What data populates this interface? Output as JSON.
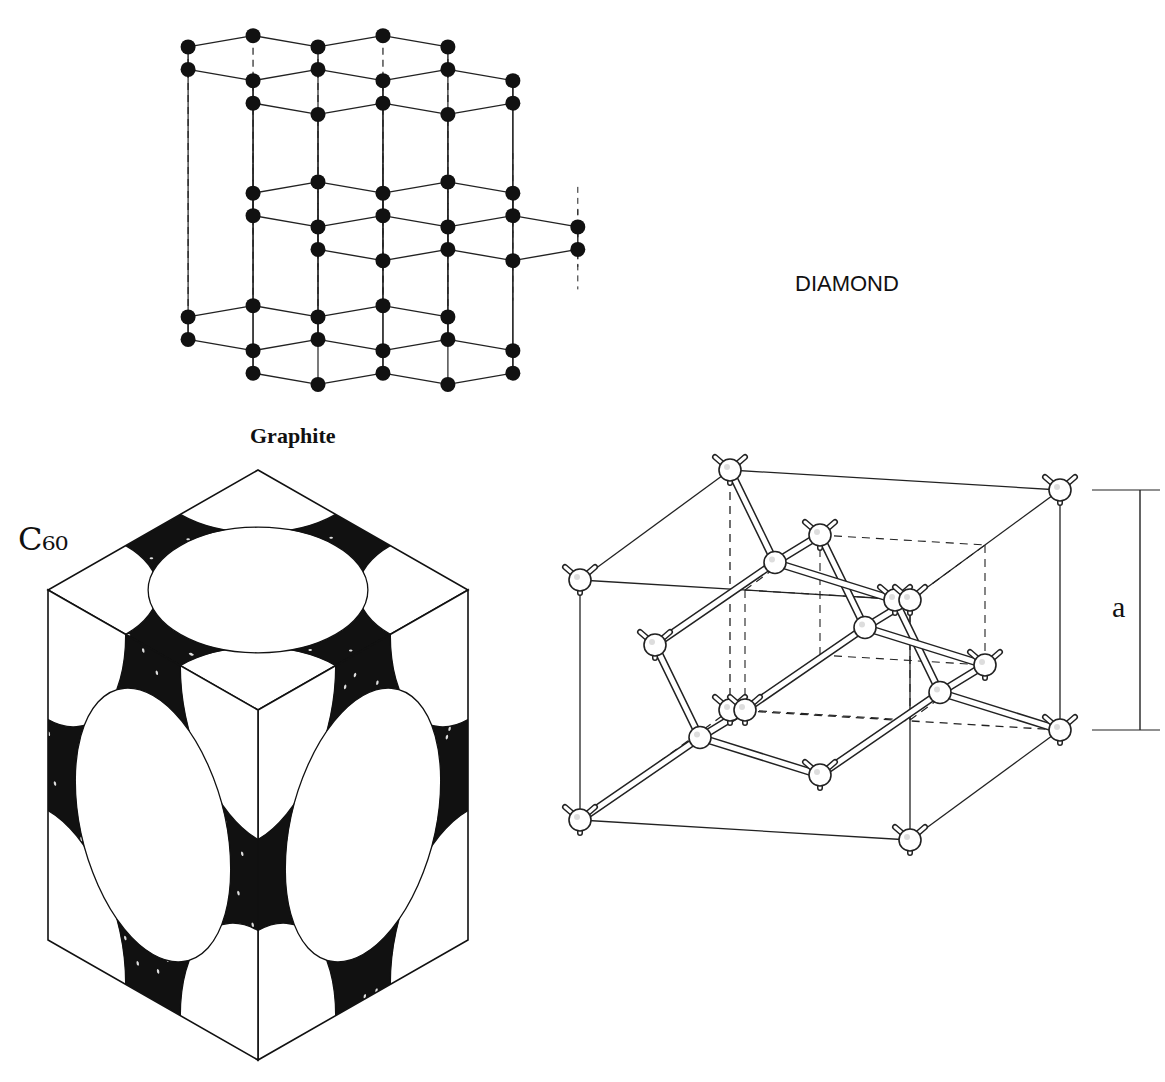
{
  "diagram": {
    "labels": [
      "Graphite",
      "DIAMOND",
      "C₆₀",
      "a"
    ]
  }
}
